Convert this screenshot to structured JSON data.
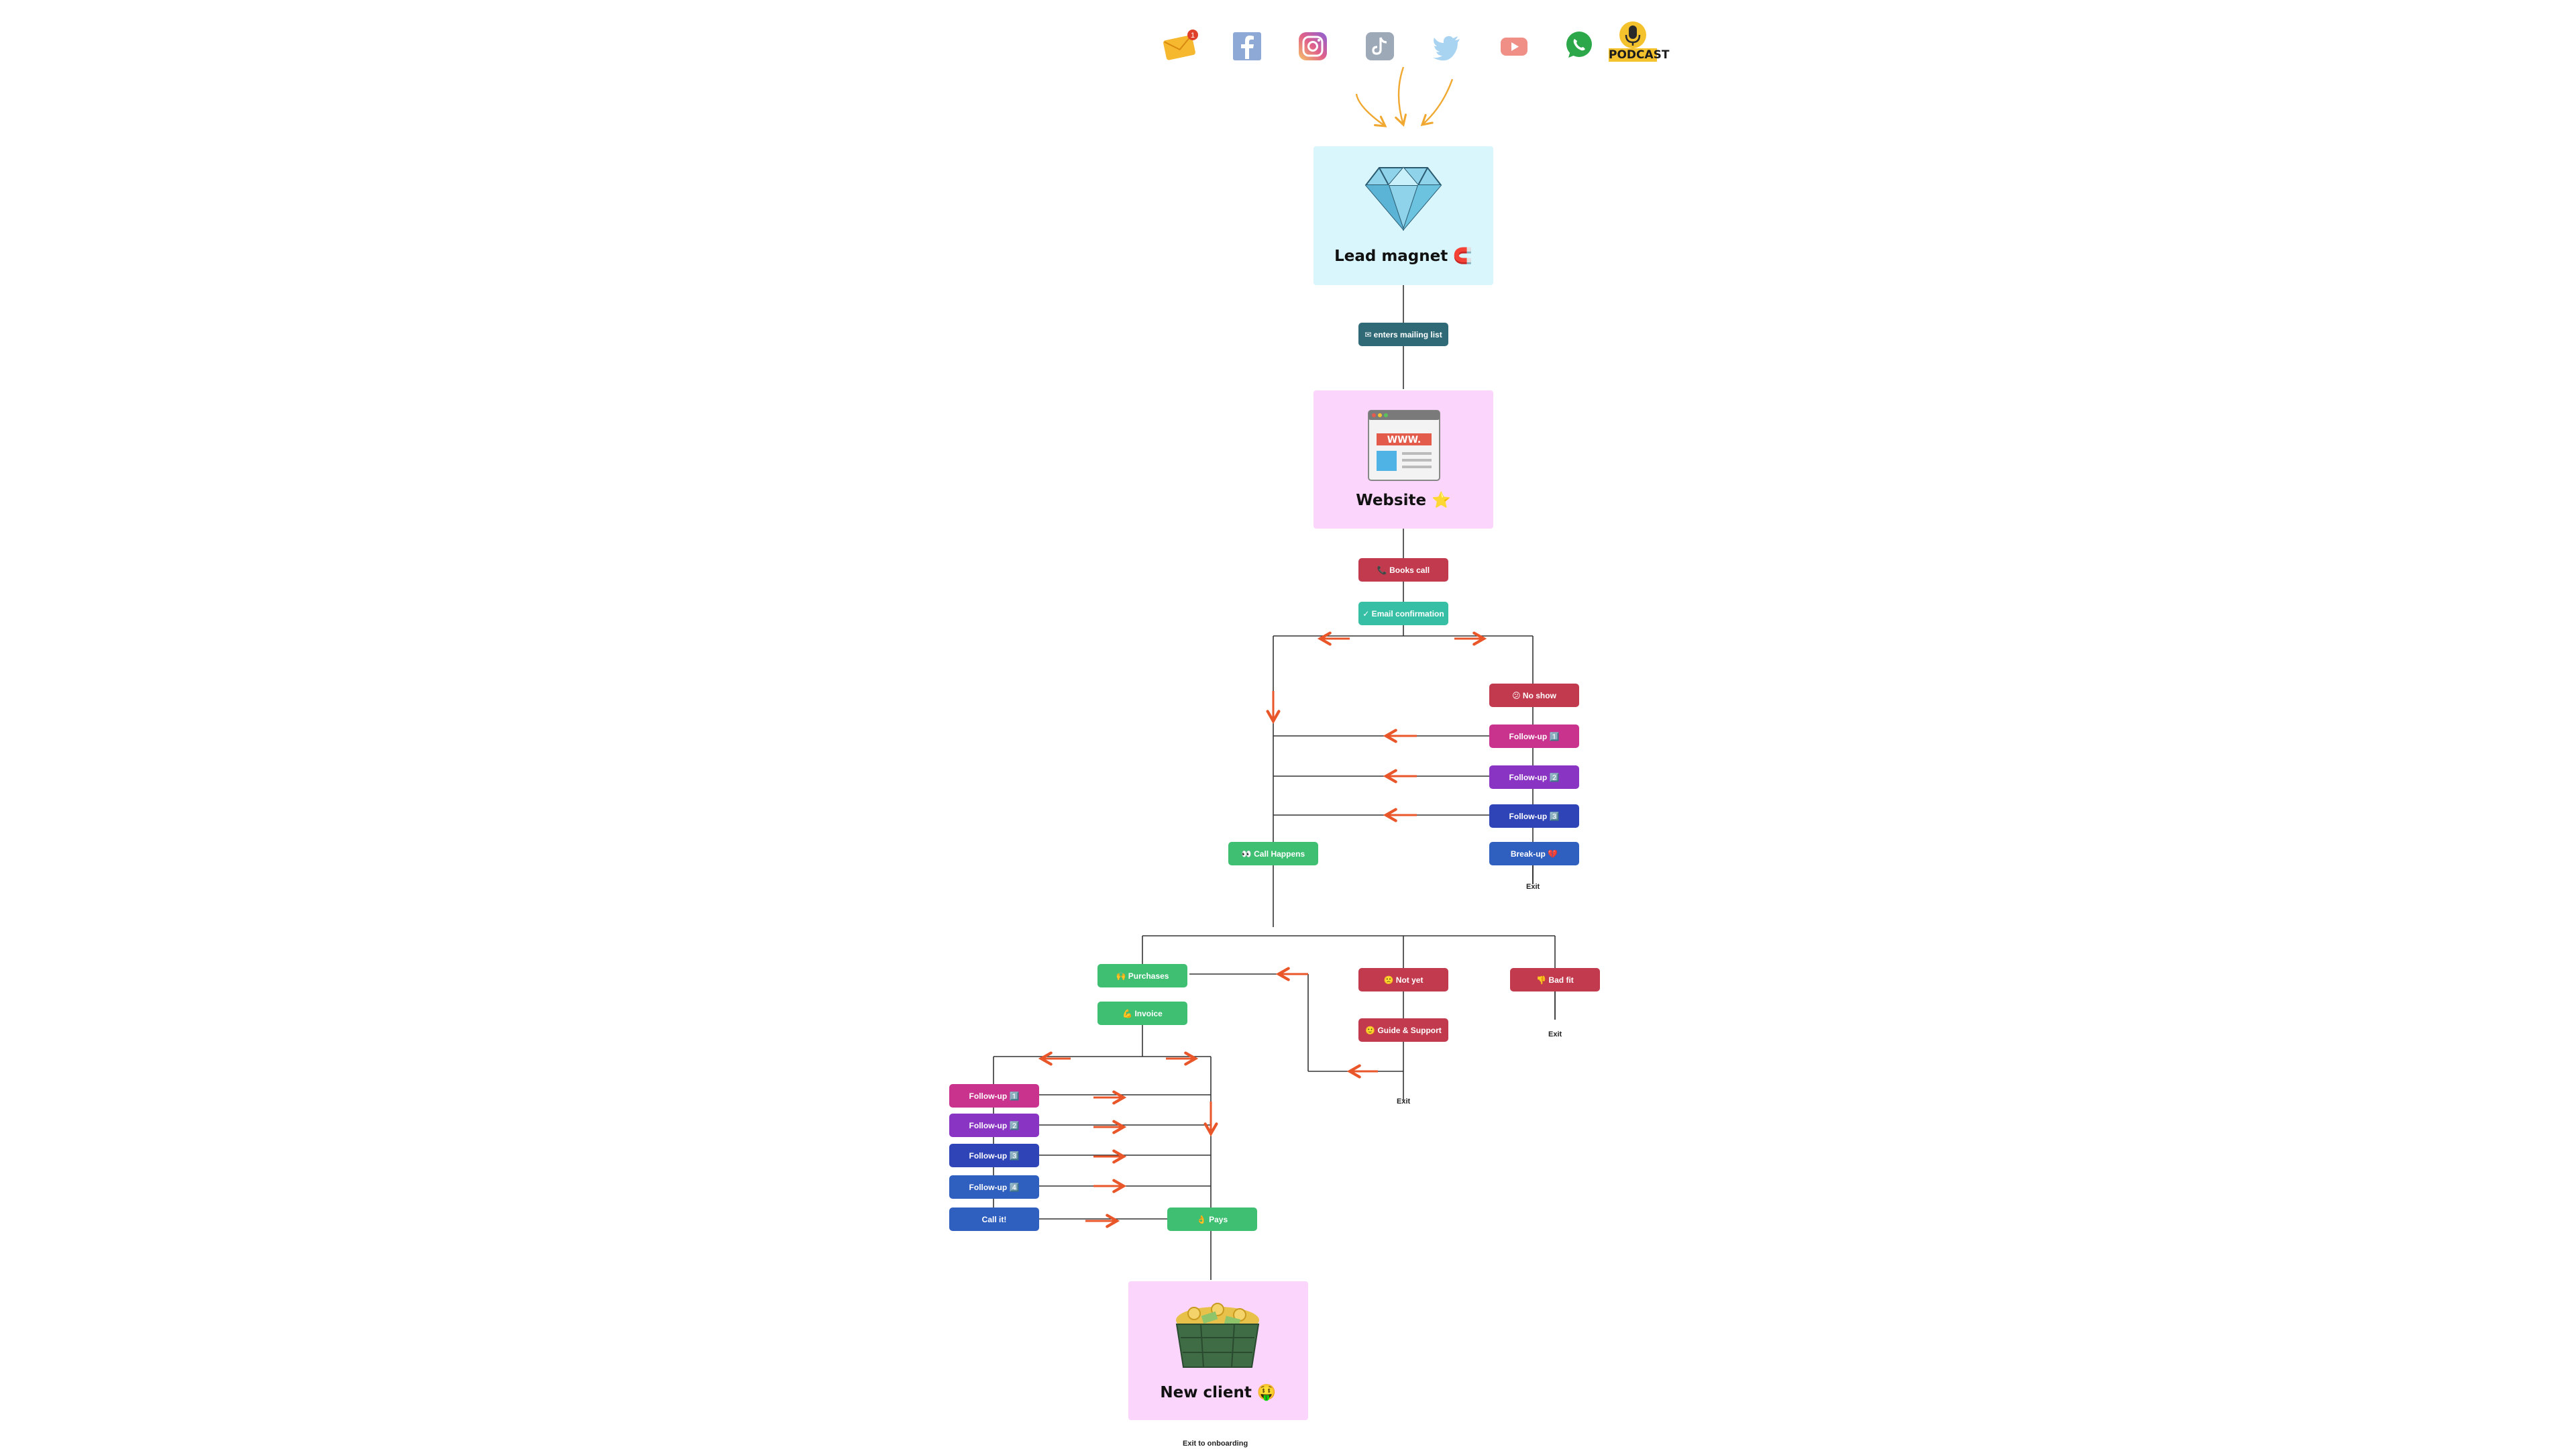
{
  "channels": [
    {
      "icon": "email-icon",
      "badge": "1"
    },
    {
      "icon": "facebook-icon"
    },
    {
      "icon": "instagram-icon"
    },
    {
      "icon": "tiktok-icon"
    },
    {
      "icon": "twitter-icon"
    },
    {
      "icon": "youtube-icon"
    },
    {
      "icon": "whatsapp-icon"
    },
    {
      "icon": "podcast-icon",
      "label": "PODCAST"
    }
  ],
  "cards": {
    "lead_magnet": {
      "title": "Lead magnet",
      "emoji": "🧲",
      "image": "diamond-icon",
      "bg": "#d8f6fc"
    },
    "website": {
      "title": "Website",
      "emoji": "⭐",
      "image": "www-browser-icon",
      "banner": "WWW.",
      "bg": "#fcd5fc"
    },
    "new_client": {
      "title": "New client",
      "emoji": "🤑",
      "image": "money-crate-icon",
      "bg": "#fcd5fc"
    }
  },
  "nodes": {
    "mailing_list": "✉ enters mailing list",
    "books_call": "📞 Books call",
    "email_confirmation": "✓ Email confirmation",
    "no_show": "😕 No show",
    "follow_up_a1": "Follow-up 1️⃣",
    "follow_up_a2": "Follow-up 2️⃣",
    "follow_up_a3": "Follow-up 3️⃣",
    "break_up": "Break-up 💔",
    "call_happens": "👀 Call Happens",
    "purchases": "🙌 Purchases",
    "invoice": "💪 Invoice",
    "not_yet": "🙁 Not yet",
    "guide_support": "🙂 Guide & Support",
    "bad_fit": "👎 Bad fit",
    "follow_up_b1": "Follow-up 1️⃣",
    "follow_up_b2": "Follow-up 2️⃣",
    "follow_up_b3": "Follow-up 3️⃣",
    "follow_up_b4": "Follow-up 4️⃣",
    "call_it": "Call it!",
    "pays": "👌 Pays"
  },
  "exits": {
    "after_break_up": "Exit",
    "after_bad_fit": "Exit",
    "after_guide": "Exit",
    "onboarding": "Exit to onboarding"
  },
  "colors": {
    "connector": "#333333",
    "arrow": "#e8562a",
    "intake_arrow": "#f0a830"
  }
}
